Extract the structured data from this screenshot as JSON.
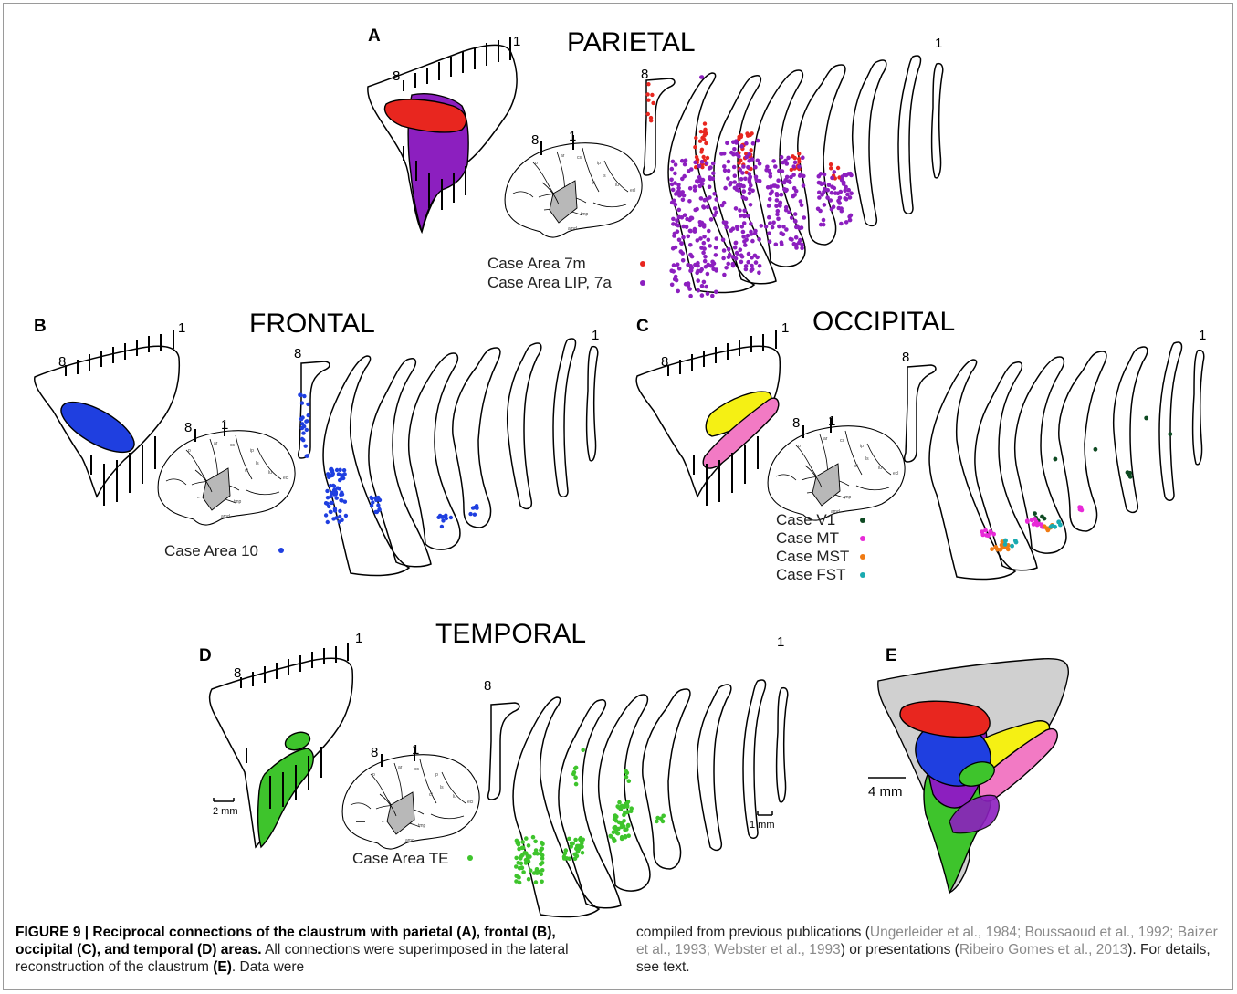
{
  "panels": {
    "A": {
      "letter": "A",
      "title": "PARIETAL",
      "tick_left": "8",
      "tick_right": "1",
      "sec_left": "8",
      "sec_right": "1",
      "brain_left": "8",
      "brain_right": "1",
      "legend": [
        {
          "label": "Case Area 7m",
          "color": "#e8261f"
        },
        {
          "label": "Case Area LIP, 7a",
          "color": "#8c1fbf"
        }
      ]
    },
    "B": {
      "letter": "B",
      "title": "FRONTAL",
      "tick_left": "8",
      "tick_right": "1",
      "sec_left": "8",
      "brain_left": "8",
      "brain_right": "1",
      "sec_right": "1",
      "legend": [
        {
          "label": "Case Area 10",
          "color": "#1f3fe0"
        }
      ]
    },
    "C": {
      "letter": "C",
      "title": "OCCIPITAL",
      "tick_left": "8",
      "tick_right": "1",
      "sec_left": "8",
      "sec_right": "1",
      "brain_left": "8",
      "brain_right": "1",
      "legend": [
        {
          "label": "Case V1",
          "color": "#0e4a22"
        },
        {
          "label": "Case MT",
          "color": "#e82ad8"
        },
        {
          "label": "Case MST",
          "color": "#f07a12"
        },
        {
          "label": "Case FST",
          "color": "#1aaab0"
        }
      ]
    },
    "D": {
      "letter": "D",
      "title": "TEMPORAL",
      "tick_left": "8",
      "tick_right": "1",
      "sec_left": "8",
      "sec_right": "1",
      "brain_left": "8",
      "brain_right": "1",
      "scale_left": "2 mm",
      "scale_right": "1 mm",
      "legend": [
        {
          "label": "Case Area TE",
          "color": "#3ec42c"
        }
      ]
    },
    "E": {
      "letter": "E",
      "scale": "4 mm"
    }
  },
  "colors": {
    "red": "#e8261f",
    "purple": "#8c1fbf",
    "blue": "#1f3fe0",
    "yellow": "#f5f014",
    "pink": "#f27ac4",
    "green": "#3ec42c",
    "gray": "#d0d0d0"
  },
  "caption": {
    "title": "FIGURE 9 | Reciprocal connections of the claustrum with parietal (A), frontal (B), occipital (C), and temporal (D) areas.",
    "text1": " All connections were superimposed in the lateral reconstruction of the claustrum ",
    "bold_e": "(E)",
    "text2": ". Data were compiled from previous publications (",
    "cite1": "Ungerleider et al., 1984; Boussaoud et al., 1992; Baizer et al., 1993; Webster et al., 1993",
    "text3": ") or presentations (",
    "cite2": "Ribeiro Gomes et al., 2013",
    "text4": "). For details, see text."
  }
}
